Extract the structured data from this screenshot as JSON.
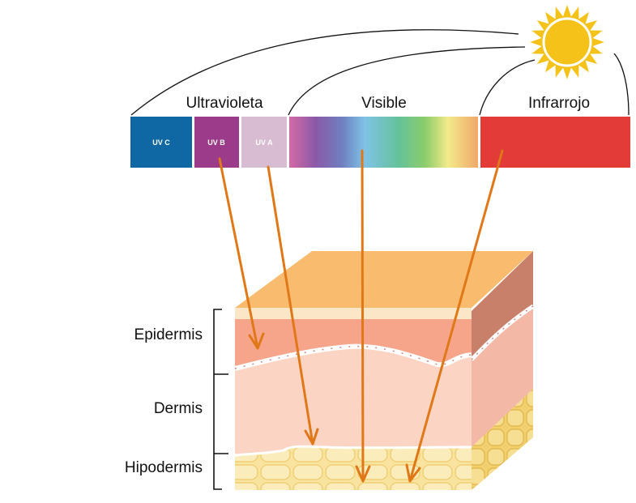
{
  "spectrum": {
    "groups": [
      {
        "id": "ultraviolet",
        "label": "Ultravioleta"
      },
      {
        "id": "visible",
        "label": "Visible"
      },
      {
        "id": "infrared",
        "label": "Infrarrojo"
      }
    ],
    "bands": [
      {
        "id": "uvc",
        "label": "UV C",
        "color": "#0f67a3"
      },
      {
        "id": "uvb",
        "label": "UV B",
        "color": "#9b3b8a"
      },
      {
        "id": "uva",
        "label": "UV A",
        "color": "#d8bdd2"
      },
      {
        "id": "visible",
        "label": "",
        "colors": [
          "#d46aa5",
          "#8a5aa8",
          "#6f7fc0",
          "#7fc3e6",
          "#64c29a",
          "#8ccc6a",
          "#f2ea8a",
          "#f0a86a"
        ]
      },
      {
        "id": "infrared",
        "label": "",
        "color": "#e23b38"
      }
    ]
  },
  "skin_layers": [
    {
      "id": "epidermis",
      "label": "Epidermis",
      "color": "#f7a58a"
    },
    {
      "id": "dermis",
      "label": "Dermis",
      "color": "#fcd4c4"
    },
    {
      "id": "hypodermis",
      "label": "Hipodermis",
      "color": "#f8e6a6"
    }
  ],
  "colors": {
    "arrow": "#e07818",
    "skin_top": "#f9bb6e",
    "connector": "#111111",
    "sun": "#f5c21a"
  }
}
